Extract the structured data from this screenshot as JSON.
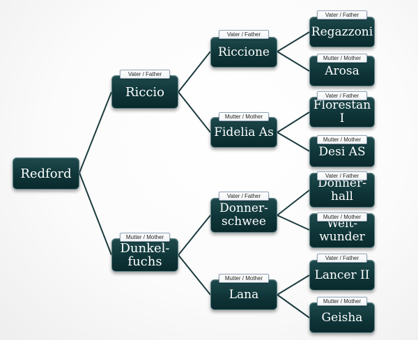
{
  "role_father": "Vater / Father",
  "role_mother": "Mutter / Mother",
  "horses": {
    "subject": "Redford",
    "sire": "Riccio",
    "dam": "Dunkel-\nfuchs",
    "sire_sire": "Riccione",
    "sire_dam": "Fidelia As",
    "dam_sire": "Donner-\nschwee",
    "dam_dam": "Lana",
    "ss_sire": "Regazzoni",
    "ss_dam": "Arosa",
    "sd_sire": "Florestan I",
    "sd_dam": "Desi AS",
    "ds_sire": "Donner-\nhall",
    "ds_dam": "Welt-\nwunder",
    "dd_sire": "Lancer II",
    "dd_dam": "Geisha"
  },
  "colors": {
    "node_fill": "#0f3538",
    "connector": "#1b3b3e",
    "tag_border": "#8fa3b5"
  }
}
